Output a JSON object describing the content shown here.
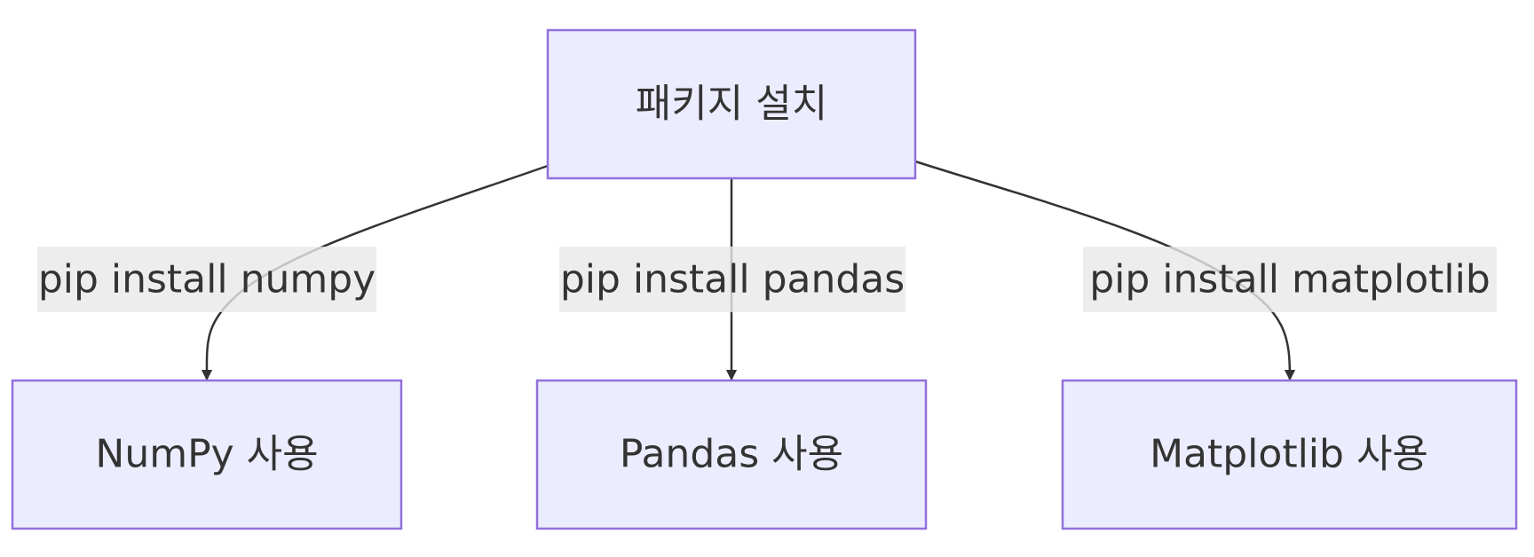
{
  "nodes": {
    "root": {
      "label": "패키지 설치"
    },
    "numpy": {
      "label": "NumPy 사용"
    },
    "pandas": {
      "label": "Pandas 사용"
    },
    "matplotlib": {
      "label": "Matplotlib 사용"
    }
  },
  "edges": {
    "numpy": {
      "label": "pip install numpy"
    },
    "pandas": {
      "label": "pip install pandas"
    },
    "matplotlib": {
      "label": "pip install matplotlib"
    }
  },
  "colors": {
    "node_fill": "#ECECFF",
    "node_stroke": "#9370DB",
    "edge": "#333333",
    "label_bg": "#E8E8E8",
    "text": "#333333"
  }
}
